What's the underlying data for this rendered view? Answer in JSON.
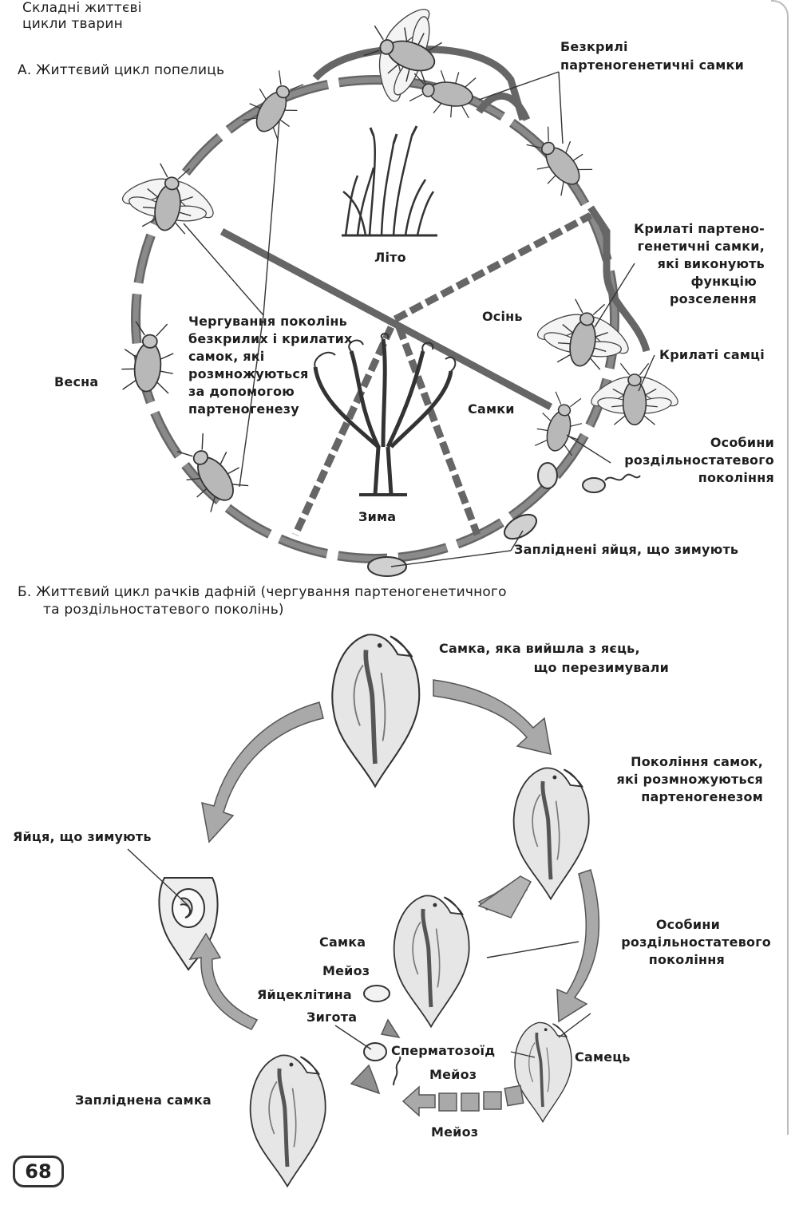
{
  "page": {
    "title_line1": "Складні життєві",
    "title_line2": "цикли тварин",
    "page_number": "68"
  },
  "section_a": {
    "heading": "А.  Життєвий цикл попелиць",
    "labels": {
      "wingless_line1": "Безкрилі",
      "wingless_line2": "партеногенетичні самки",
      "winged_line1": "Крилаті партено-",
      "winged_line2": "генетичні самки,",
      "winged_line3": "які виконують",
      "winged_line4": "функцію",
      "winged_line5": "розселення",
      "winged_males": "Крилаті самці",
      "sexual_line1": "Особини",
      "sexual_line2": "роздільностатевого",
      "sexual_line3": "покоління",
      "fertilized_eggs": "Запліднені яйця, що зимують",
      "summer": "Літо",
      "autumn": "Осінь",
      "winter": "Зима",
      "spring": "Весна",
      "females": "Самки",
      "alt_line1": "Чергування поколінь",
      "alt_line2": "безкрилих і крилатих",
      "alt_line3": "самок, які",
      "alt_line4": "розмножуються",
      "alt_line5": "за допомогою",
      "alt_line6": "партеногенезу"
    }
  },
  "section_b": {
    "heading_line1": "Б.  Життєвий цикл рачків дафній (чергування партеногенетичного",
    "heading_line2": "та роздільностатевого поколінь)",
    "labels": {
      "female_hatched_line1": "Самка, яка вийшла з яєць,",
      "female_hatched_line2": "що перезимували",
      "generation_line1": "Покоління самок,",
      "generation_line2": "які розмножуються",
      "generation_line3": "партеногенезом",
      "winter_eggs": "Яйця, що зимують",
      "sexual_line1": "Особини",
      "sexual_line2": "роздільностатевого",
      "sexual_line3": "покоління",
      "female": "Самка",
      "meiosis_1": "Мейоз",
      "egg_cell": "Яйцеклітина",
      "zygote": "Зигота",
      "sperm": "Сперматозоїд",
      "meiosis_2": "Мейоз",
      "male": "Самець",
      "fertilized_female": "Запліднена самка",
      "meiosis_3": "Мейоз"
    }
  },
  "colors": {
    "ink": "#1e1e1e",
    "body_fill": "#bdbdbd",
    "arrow_fill": "#a9a9a9",
    "egg_fill": "#d0d0d0"
  },
  "icons": [
    "aphid-icon",
    "grass-icon",
    "tree-icon",
    "daphnia-icon",
    "egg-icon",
    "sperm-icon"
  ]
}
